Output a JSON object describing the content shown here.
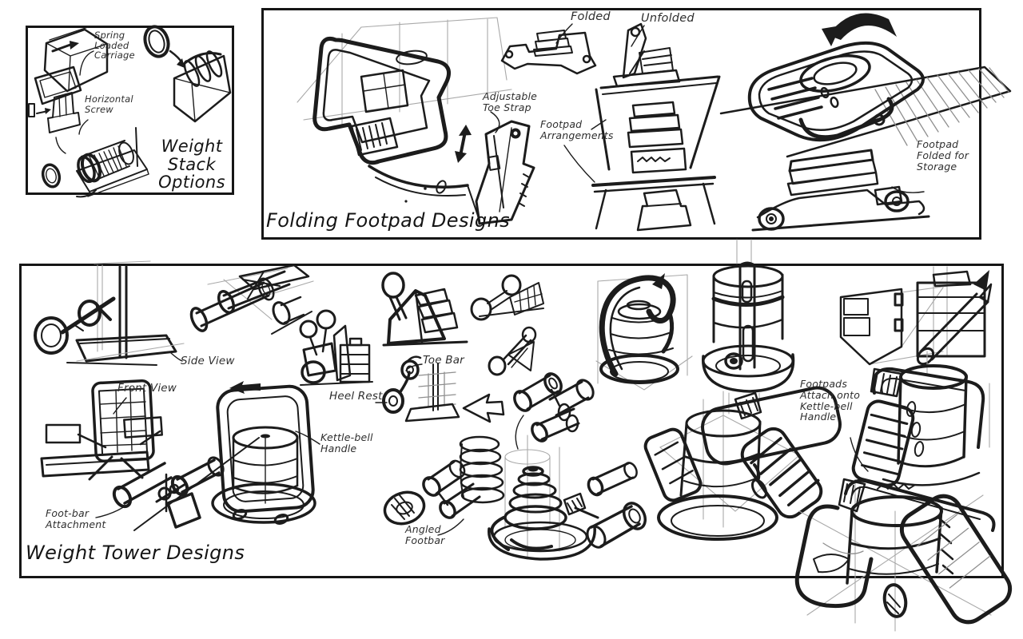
{
  "page": {
    "background_color": "#ffffff",
    "ink_color": "#1c1c1c",
    "construction_line_color": "#a9a9a9"
  },
  "panels": {
    "weight_stack": {
      "title": "Weight\nStack\nOptions",
      "labels": {
        "spring_loaded_carriage": "Spring\nLoaded\nCarriage",
        "horizontal_screw": "Horizontal\nScrew"
      }
    },
    "folding_footpad": {
      "title": "Folding Footpad Designs",
      "labels": {
        "folded": "Folded",
        "unfolded": "Unfolded",
        "adjustable_toe_strap": "Adjustable\nToe Strap",
        "footpad_arrangements": "Footpad\nArrangements",
        "footpad_folded_for_storage": "Footpad\nFolded for\nStorage"
      }
    },
    "weight_tower": {
      "title": "Weight Tower Designs",
      "labels": {
        "side_view": "Side View",
        "front_view": "Front View",
        "foot_bar_attachment": "Foot-bar\nAttachment",
        "toe_bar": "Toe Bar",
        "heel_rest": "Heel Rest",
        "kettle_bell_handle": "Kettle-bell\nHandle",
        "angled_footbar": "Angled\nFootbar",
        "footpads_attach": "Footpads\nAttach onto\nKettle-bell\nHandle"
      }
    }
  }
}
